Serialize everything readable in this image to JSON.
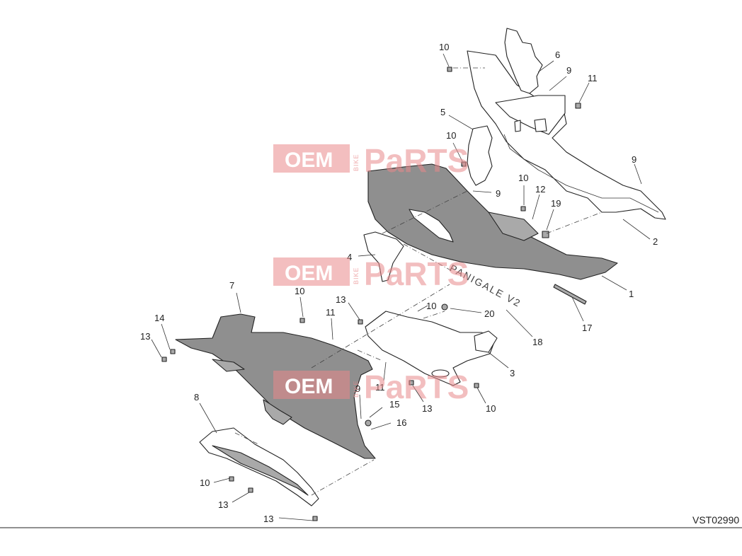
{
  "watermark": {
    "oem": "OEM",
    "bike": "BIKE",
    "parts": "PaRTS"
  },
  "reference_code": "VST02990",
  "fairing_logo": "PANIGALE V2",
  "callouts": [
    "10",
    "6",
    "9",
    "11",
    "5",
    "10",
    "9",
    "9",
    "10",
    "12",
    "19",
    "2",
    "1",
    "4",
    "17",
    "18",
    "20",
    "10",
    "3",
    "7",
    "10",
    "13",
    "11",
    "14",
    "13",
    "9",
    "11",
    "13",
    "10",
    "15",
    "16",
    "8",
    "10",
    "13",
    "13"
  ]
}
